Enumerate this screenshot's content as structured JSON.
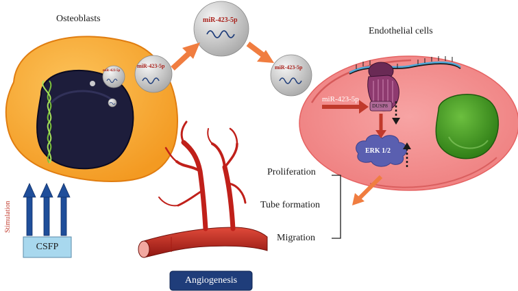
{
  "labels": {
    "osteoblasts": "Osteoblasts",
    "endothelial": "Endothelial cells",
    "mirna": "miR-423-5p",
    "dusp8": "DUSP8",
    "erk": "ERK 1/2",
    "stimulation": "Stimulation",
    "csfp": "CSFP",
    "angiogenesis": "Angiogenesis",
    "proliferation": "Proliferation",
    "tube_formation": "Tube formation",
    "migration": "Migration"
  },
  "colors": {
    "osteoblast": "#f7a030",
    "osteoblast_edge": "#e07d10",
    "nucleus": "#1d1d3b",
    "dna": "#7cc23c",
    "endothelial": "#f08a8a",
    "endothelial_nucleus": "#3d8f1f",
    "exosome": "#c8c8c8",
    "arrow": "#f07d40",
    "blue_arrow": "#1f4e9a",
    "dusp8": "#8e3a6f",
    "erk": "#5a5fb0",
    "vessel": "#c0201a",
    "csfp_box": "#a8d8ee",
    "angio_box": "#1f3d7a",
    "mirna_text": "#a8201a"
  }
}
